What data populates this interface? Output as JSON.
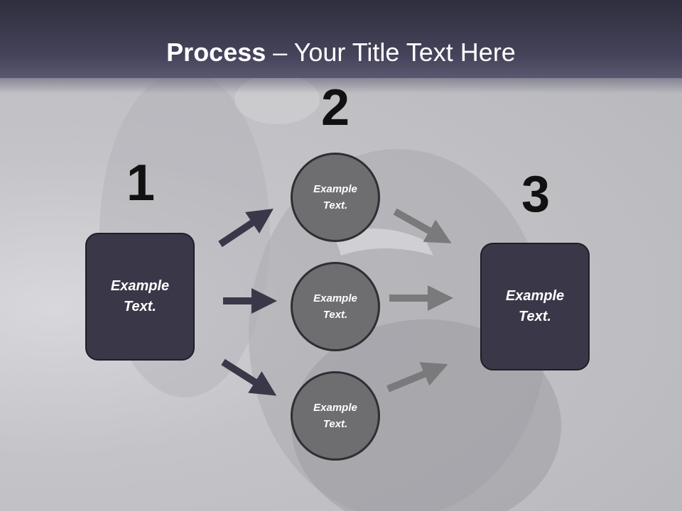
{
  "title": {
    "bold": "Process",
    "rest": " – Your Title Text Here"
  },
  "steps": [
    {
      "number": "1",
      "label": "Example Text."
    },
    {
      "number": "2",
      "label": "Example Text."
    },
    {
      "number": "3",
      "label": "Example Text."
    }
  ],
  "circles": [
    {
      "label": "Example Text."
    },
    {
      "label": "Example Text."
    },
    {
      "label": "Example Text."
    }
  ],
  "colors": {
    "header": "#3d3b50",
    "box": "#3a3848",
    "circle": "#6e6e70",
    "arrow_dark": "#3a3848",
    "arrow_gray": "#7a7a7c"
  }
}
